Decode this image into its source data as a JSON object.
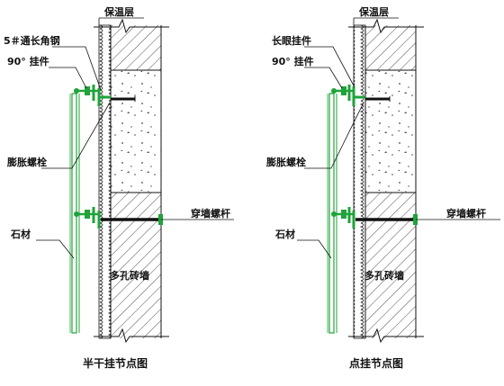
{
  "left": {
    "insulation_label": "保温层",
    "angle_steel_label": "5＃通长角钢",
    "hanger_label": "90° 挂件",
    "bolt_label": "膨胀螺栓",
    "stone_label": "石材",
    "through_bolt_label": "穿墙螺杆",
    "brick_wall_label": "多孔砖墙",
    "caption": "半干挂节点图"
  },
  "right": {
    "insulation_label": "保温层",
    "long_hanger_label": "长眼挂件",
    "hanger_label": "90° 挂件",
    "bolt_label": "膨胀螺栓",
    "stone_label": "石材",
    "through_bolt_label": "穿墙螺杆",
    "brick_wall_label": "多孔砖墙",
    "caption": "点挂节点图"
  },
  "colors": {
    "green": "#1fa33a",
    "line": "#111111",
    "concrete": "#444444"
  }
}
